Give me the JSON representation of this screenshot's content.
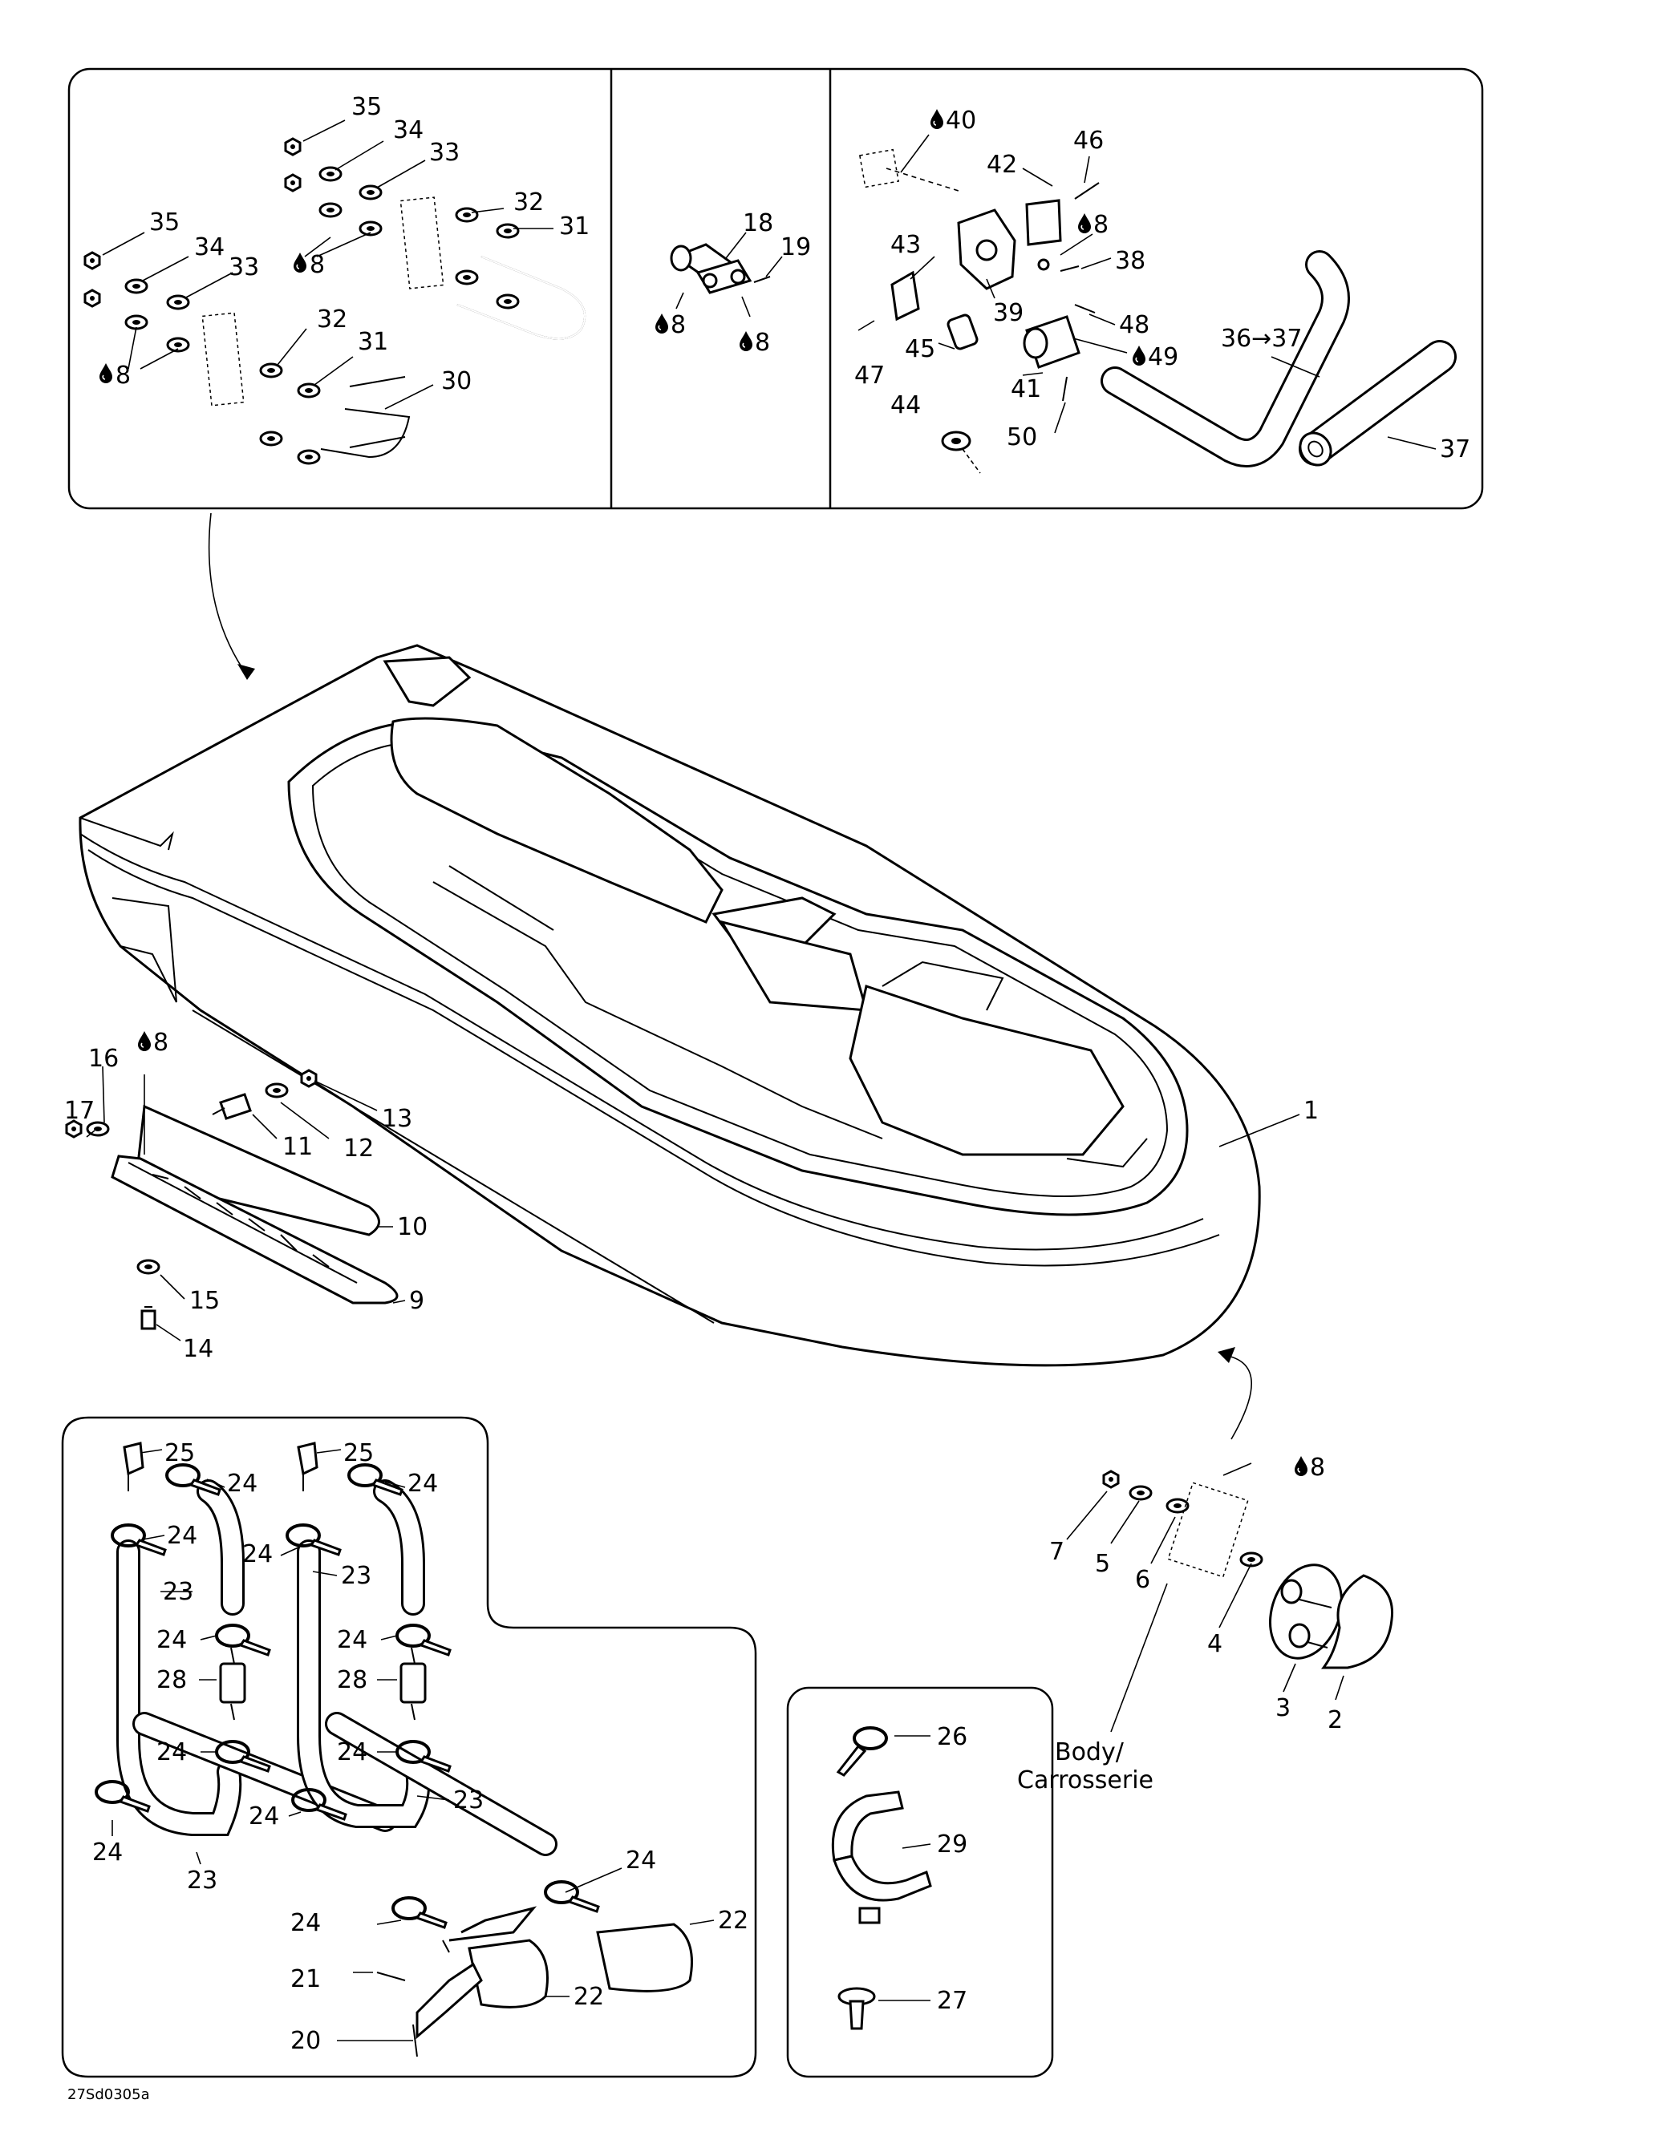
{
  "diagram": {
    "reference_code": "27Sd0305a",
    "body_label_line1": "Body/",
    "body_label_line2": "Carrosserie",
    "panel_top_left": {
      "labels": [
        "35",
        "34",
        "33",
        "32",
        "31",
        "35",
        "34",
        "33",
        "32",
        "31",
        "30",
        "8",
        "8"
      ]
    },
    "panel_top_middle": {
      "labels": [
        "18",
        "19",
        "8",
        "8"
      ]
    },
    "panel_top_right": {
      "labels": [
        "40",
        "42",
        "46",
        "8",
        "43",
        "38",
        "39",
        "48",
        "47",
        "45",
        "49",
        "36→37",
        "44",
        "41",
        "50",
        "37"
      ]
    },
    "hull": {
      "labels": [
        "1"
      ]
    },
    "side_assembly": {
      "labels": [
        "16",
        "8",
        "17",
        "13",
        "11",
        "12",
        "10",
        "15",
        "9",
        "14"
      ]
    },
    "hose_panel": {
      "labels": [
        "25",
        "24",
        "25",
        "24",
        "24",
        "24",
        "23",
        "23",
        "24",
        "24",
        "28",
        "28",
        "24",
        "24",
        "24",
        "24",
        "23",
        "24",
        "23",
        "24",
        "22",
        "24",
        "21",
        "22",
        "20"
      ]
    },
    "clip_panel": {
      "labels": [
        "26",
        "29",
        "27"
      ]
    },
    "right_assembly": {
      "labels": [
        "8",
        "7",
        "5",
        "6",
        "4",
        "3",
        "2"
      ]
    },
    "lubricant_icon": "oil-drop-icon"
  }
}
